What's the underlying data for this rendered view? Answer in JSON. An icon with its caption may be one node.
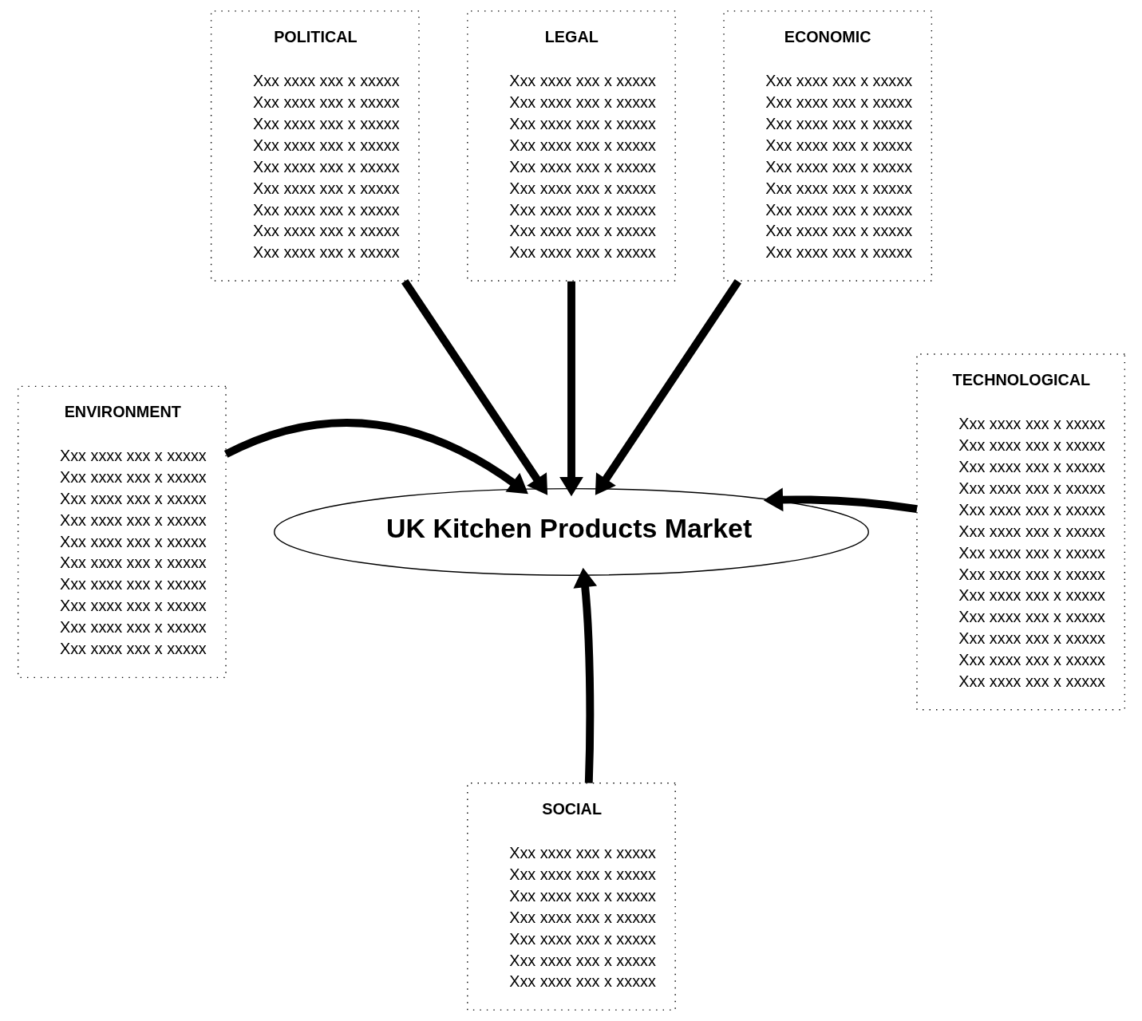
{
  "diagram": {
    "nodes": [
      {
        "text": [
          "POLITICAL",
          "Xxx xxxx xxx x xxxxx",
          "Xxx xxxx xxx x xxxxx",
          "Xxx xxxx xxx x xxxxx",
          "Xxx xxxx xxx x xxxxx",
          "Xxx xxxx xxx x xxxxx",
          "Xxx xxxx xxx x xxxxx",
          "Xxx xxxx xxx x xxxxx",
          "Xxx xxxx xxx x xxxxx",
          "Xxx xxxx xxx x xxxxx"
        ]
      },
      {
        "text": [
          "LEGAL",
          "Xxx xxxx xxx x xxxxx",
          "Xxx xxxx xxx x xxxxx",
          "Xxx xxxx xxx x xxxxx",
          "Xxx xxxx xxx x xxxxx",
          "Xxx xxxx xxx x xxxxx",
          "Xxx xxxx xxx x xxxxx",
          "Xxx xxxx xxx x xxxxx",
          "Xxx xxxx xxx x xxxxx",
          "Xxx xxxx xxx x xxxxx"
        ]
      },
      {
        "text": [
          "ECONOMIC",
          "Xxx xxxx xxx x xxxxx",
          "Xxx xxxx xxx x xxxxx",
          "Xxx xxxx xxx x xxxxx",
          "Xxx xxxx xxx x xxxxx",
          "Xxx xxxx xxx x xxxxx",
          "Xxx xxxx xxx x xxxxx",
          "Xxx xxxx xxx x xxxxx",
          "Xxx xxxx xxx x xxxxx",
          "Xxx xxxx xxx x xxxxx"
        ]
      },
      {
        "text": [
          "UK Kitchen Products Market"
        ]
      },
      {
        "text": [
          "ENVIRONMENT",
          "Xxx xxxx xxx x xxxxx",
          "Xxx xxxx xxx x xxxxx",
          "Xxx xxxx xxx x xxxxx",
          "Xxx xxxx xxx x xxxxx",
          "Xxx xxxx xxx x xxxxx",
          "Xxx xxxx xxx x xxxxx",
          "Xxx xxxx xxx x xxxxx",
          "Xxx xxxx xxx x xxxxx",
          "Xxx xxxx xxx x xxxxx",
          "Xxx xxxx xxx x xxxxx"
        ]
      },
      {
        "text": [
          "TECHNOLOGICAL",
          "Xxx xxxx xxx x xxxxx",
          "Xxx xxxx xxx x xxxxx",
          "Xxx xxxx xxx x xxxxx",
          "Xxx xxxx xxx x xxxxx",
          "Xxx xxxx xxx x xxxxx",
          "Xxx xxxx xxx x xxxxx",
          "Xxx xxxx xxx x xxxxx",
          "Xxx xxxx xxx x xxxxx",
          "Xxx xxxx xxx x xxxxx",
          "Xxx xxxx xxx x xxxxx",
          "Xxx xxxx xxx x xxxxx",
          "Xxx xxxx xxx x xxxxx",
          "Xxx xxxx xxx x xxxxx"
        ]
      },
      {
        "text": [
          "SOCIAL",
          "Xxx xxxx xxx x xxxxx",
          "Xxx xxxx xxx x xxxxx",
          "Xxx xxxx xxx x xxxxx",
          "Xxx xxxx xxx x xxxxx",
          "Xxx xxxx xxx x xxxxx",
          "Xxx xxxx xxx x xxxxx",
          "Xxx xxxx xxx x xxxxx"
        ]
      }
    ],
    "edges": [
      {
        "from": 0,
        "to": 3,
        "arrow": "to"
      },
      {
        "from": 1,
        "to": 3,
        "arrow": "to"
      },
      {
        "from": 2,
        "to": 3,
        "arrow": "to"
      },
      {
        "from": 4,
        "to": 3,
        "arrow": "to"
      },
      {
        "from": 6,
        "to": 3,
        "arrow": "to"
      },
      {
        "from": 5,
        "to": 3,
        "arrow": "to"
      }
    ]
  }
}
